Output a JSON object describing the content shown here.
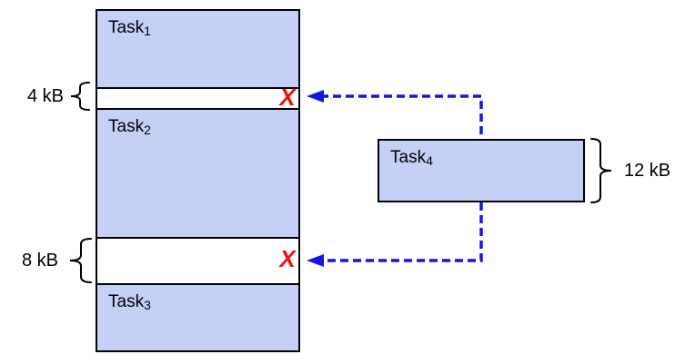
{
  "diagram": {
    "tasks": [
      {
        "name": "Task",
        "sub": "1"
      },
      {
        "name": "Task",
        "sub": "2"
      },
      {
        "name": "Task",
        "sub": "3"
      }
    ],
    "gaps": [
      {
        "size_label": "4 kB",
        "marker": "X"
      },
      {
        "size_label": "8 kB",
        "marker": "X"
      }
    ],
    "incoming_task": {
      "name": "Task",
      "sub": "4",
      "size_label": "12 kB"
    },
    "colors": {
      "task_fill": "#c5d0f7",
      "task_border": "#000000",
      "arrow": "#1414e6",
      "reject_marker": "#ee1111",
      "label_text": "#000000"
    }
  }
}
